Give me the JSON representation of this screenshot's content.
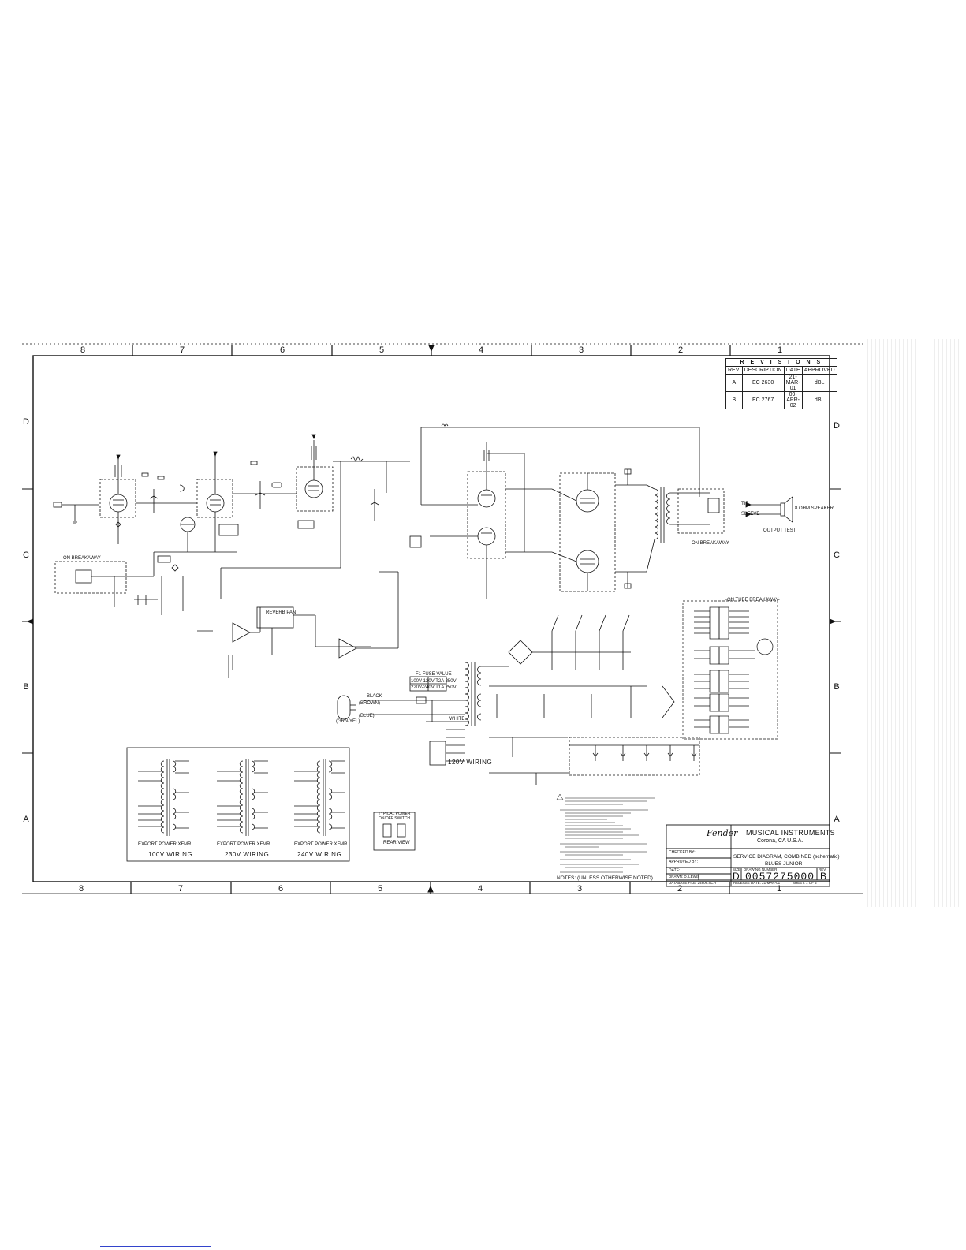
{
  "columns_top": [
    "8",
    "7",
    "6",
    "5",
    "4",
    "3",
    "2",
    "1"
  ],
  "columns_bottom": [
    "8",
    "7",
    "6",
    "5",
    "4",
    "3",
    "2",
    "1"
  ],
  "rows_left": [
    "D",
    "C",
    "B",
    "A"
  ],
  "rows_right": [
    "D",
    "C",
    "B",
    "A"
  ],
  "revisions": {
    "title": "R E V I S I O N S",
    "headers": [
      "REV.",
      "DESCRIPTION",
      "DATE",
      "APPROVED"
    ],
    "rows": [
      [
        "A",
        "EC 2630",
        "21-MAR-01",
        "dBL"
      ],
      [
        "B",
        "EC 2767",
        "09-APR-02",
        "dBL"
      ]
    ]
  },
  "annotations": {
    "on_breakaway_left": "-ON BREAKAWAY-",
    "on_breakaway_right": "-ON BREAKAWAY-",
    "on_tube_breakaway": "-ON TUBE BREAKAWAY-",
    "output_test": "OUTPUT TEST:",
    "speaker": "8 OHM SPEAKER",
    "tip": "TIP",
    "sleeve": "SLEEVE",
    "reverb_pan": "REVERB PAN",
    "fuse_value": "F1 FUSE VALUE",
    "fuse_rows": [
      "100V-120V   T2A 250V",
      "220V-240V   T1A 250V"
    ],
    "wiring_120": "120V WIRING",
    "power_switch": "TYPICAL POWER ON/OFF SWITCH",
    "rear_view": "REAR VIEW",
    "black": "BLACK",
    "brown": "(BROWN)",
    "white": "WHITE",
    "blue": "(BLUE)",
    "grn_yel": "(GRN/YEL)",
    "notes": "NOTES: (UNLESS OTHERWISE NOTED)"
  },
  "export_wiring": [
    {
      "label": "100V WIRING",
      "caption": "EXPORT POWER XFMR"
    },
    {
      "label": "230V WIRING",
      "caption": "EXPORT POWER XFMR"
    },
    {
      "label": "240V WIRING",
      "caption": "EXPORT POWER XFMR"
    }
  ],
  "title_block": {
    "company": "MUSICAL INSTRUMENTS",
    "city": "Corona, CA U.S.A.",
    "logo_text": "Fender",
    "title": "SERVICE DIAGRAM, COMBINED (schematic)",
    "subtitle": "BLUES JUNIOR",
    "size_label": "SIZE",
    "size": "D",
    "drawing_number_label": "DRAWING NUMBER",
    "drawing_number": "0057275000",
    "rev_label": "REV.",
    "rev": "B",
    "checked_by": "CHECKED BY:",
    "approved_by": "APPROVED BY:",
    "date": "DATE:",
    "drawn_by": "DRAWN: D. LEWIS",
    "release_date": "RELEASE DATE: 21-MAR-01",
    "sheet": "SHEET: 1 OF 2",
    "database_file": "DATABASE FILE: 24806.SCH"
  }
}
